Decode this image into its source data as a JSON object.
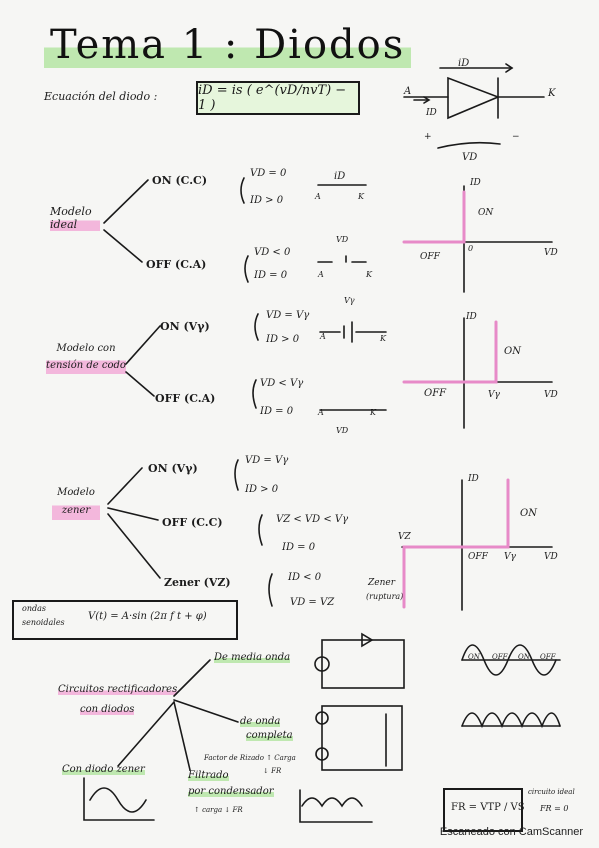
{
  "title": "Tema 1 : Diodos",
  "equation": {
    "label": "Ecuación del diodo :",
    "formula": "iD = is ( e^(vD/nvT) − 1 )"
  },
  "diode_symbol": {
    "current": "iD",
    "anode": "A",
    "cathode": "K",
    "id_small": "ID",
    "plus": "+",
    "minus": "−",
    "voltage": "VD"
  },
  "ideal": {
    "label": "Modelo ideal",
    "on": {
      "state": "ON (C.C)",
      "cond1": "VD = 0",
      "cond2": "ID > 0",
      "id": "iD",
      "a": "A",
      "k": "K"
    },
    "off": {
      "state": "OFF (C.A)",
      "cond1": "VD < 0",
      "cond2": "ID = 0",
      "vd": "VD",
      "a": "A",
      "k": "K"
    },
    "graph": {
      "y": "ID",
      "x": "VD",
      "on": "ON",
      "off": "OFF",
      "origin": "0"
    }
  },
  "elbow": {
    "label": "Modelo con tensión de codo",
    "on": {
      "state": "ON (Vγ)",
      "cond1": "VD = Vγ",
      "cond2": "ID > 0",
      "vy": "Vγ",
      "a": "A",
      "k": "K"
    },
    "off": {
      "state": "OFF (C.A)",
      "cond1": "VD < Vγ",
      "cond2": "ID = 0",
      "vd": "VD",
      "a": "A",
      "k": "K"
    },
    "graph": {
      "y": "ID",
      "x": "VD",
      "on": "ON",
      "off": "OFF",
      "vy": "Vγ"
    }
  },
  "zener": {
    "label": "Modelo zener",
    "on": {
      "state": "ON (Vγ)",
      "cond1": "VD = Vγ",
      "cond2": "ID > 0"
    },
    "off": {
      "state": "OFF (C.C)",
      "cond1": "VZ < VD < Vγ",
      "cond2": "ID = 0"
    },
    "z": {
      "state": "Zener (VZ)",
      "cond1": "ID < 0",
      "cond2": "VD = VZ",
      "note1": "Zener",
      "note2": "(ruptura)"
    },
    "graph": {
      "y": "ID",
      "x": "VD",
      "on": "ON",
      "off": "OFF",
      "vy": "Vγ",
      "vz": "VZ"
    }
  },
  "waves": {
    "label1": "ondas",
    "label2": "senoidales",
    "formula": "V(t) = A·sin (2π f t + φ)"
  },
  "rect": {
    "center1": "Circuitos rectificadores",
    "center2": "con diodos",
    "half": "De media onda",
    "full1": "de onda",
    "full2": "completa",
    "zener": "Con diodo zener",
    "filter1": "Filtrado",
    "filter2": "por condensador",
    "note1": "Factor de Rizado ↑ Carga",
    "note2": "↓ FR",
    "note3": "↑ carga  ↓ FR",
    "labels_half": [
      "ON",
      "OFF",
      "ON",
      "OFF"
    ],
    "fr_formula": "FR = VTP / VS",
    "ideal_note1": "circuito ideal",
    "ideal_note2": "FR = 0"
  },
  "footer": "Escaneado con CamScanner"
}
